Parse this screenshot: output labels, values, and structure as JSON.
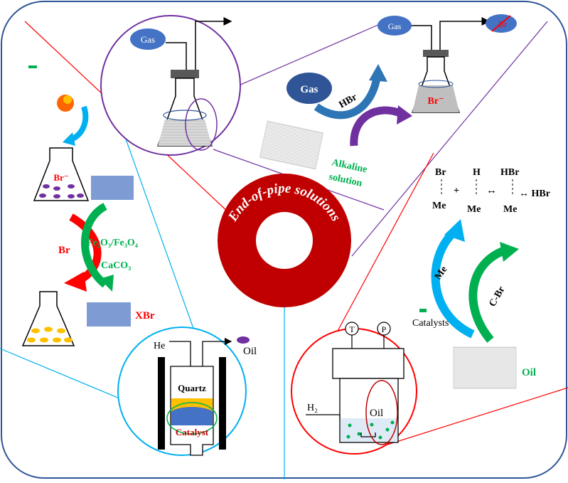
{
  "center_label": "End-of-pipe solutions",
  "top_left": {
    "flask_gas": "Gas"
  },
  "top_right": {
    "flask_gas": "Gas",
    "crossed_label": "Br",
    "gas_cloud": "Gas",
    "arrow_label": "HBr",
    "flask_label": "Br⁻",
    "solution_label_line1": "Alkaline",
    "solution_label_line2": "solution"
  },
  "left": {
    "flask_label": "Br⁻",
    "arrow_left_label": "Br",
    "reagent_line1": "Fe₂O₃/Fe₃O₄",
    "reagent_line2": "CaCO₃",
    "product_label": "XBr"
  },
  "right": {
    "eq_br": "Br",
    "eq_plus": "+",
    "eq_h": "H",
    "eq_arrow1": "↔",
    "eq_hbr": "HBr",
    "eq_arrow2": "↔ HBr",
    "eq_me1": "Me",
    "eq_me2": "Me",
    "eq_me3": "Me",
    "arrow_me_label": "Me",
    "arrow_cbr_label": "C-Br",
    "catalysts_label": "Catalysts",
    "oil_label": "Oil"
  },
  "bottom_center": {
    "he_label": "He",
    "oil_label": "Oil",
    "quartz_label": "Quartz",
    "catalyst_label": "Catalyst"
  },
  "bottom_right": {
    "t_label": "T",
    "p_label": "P",
    "h2_label": "H₂",
    "oil_label": "Oil"
  },
  "colors": {
    "red_ring": "#c00000",
    "purple": "#7030a0",
    "cyan": "#00b0f0",
    "green": "#00b050",
    "blue_rect": "#7f9bd4",
    "red_text": "#ff0000"
  }
}
